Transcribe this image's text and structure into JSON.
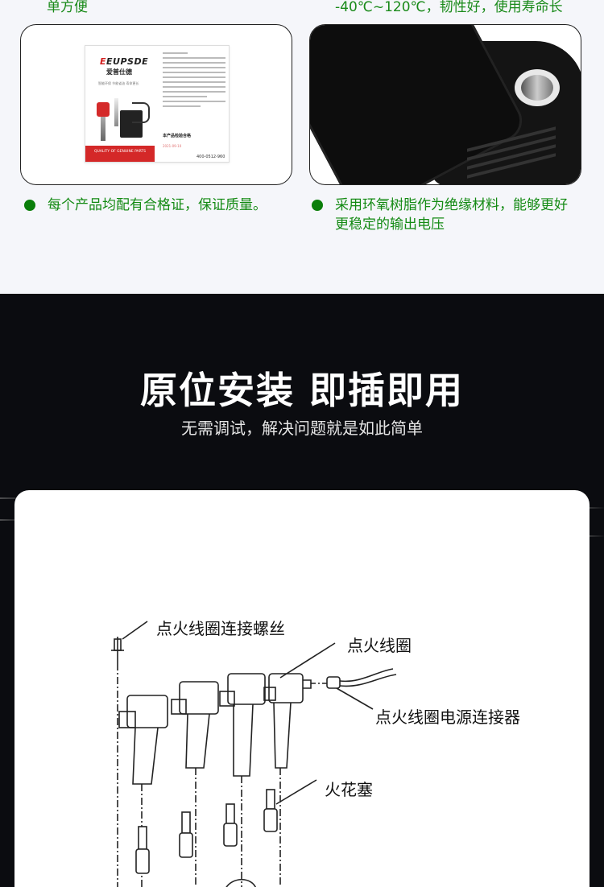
{
  "top_section": {
    "left_caption_tail": "单方便",
    "right_caption_tail": "-40℃~120℃，韧性好，使用寿命长",
    "cards": [
      {
        "type": "certificate-image",
        "brand": "EUPSDE",
        "brand_cn": "爱普仕德",
        "tags": "智能环保  节能省油  寿命更长",
        "banner": "QUALITY OF GENUINE PARTS",
        "pass_text": "本产品检验合格",
        "phone": "400-0512-960"
      },
      {
        "type": "product-closeup-image",
        "subject": "black ignition coil"
      }
    ],
    "bullets": [
      {
        "text": "每个产品均配有合格证，保证质量。"
      },
      {
        "text": "采用环氧树脂作为绝缘材料，能够更好更稳定的输出电压"
      }
    ]
  },
  "install_section": {
    "title": "原位安装  即插即用",
    "subtitle": "无需调试，解决问题就是如此简单",
    "diagram_labels": {
      "screw": "点火线圈连接螺丝",
      "coil": "点火线圈",
      "connector": "点火线圈电源连接器",
      "spark_plug": "火花塞"
    }
  },
  "colors": {
    "accent_green": "#138a13",
    "dark_bg": "#0b0c10",
    "light_bg": "#f5f6fa"
  }
}
